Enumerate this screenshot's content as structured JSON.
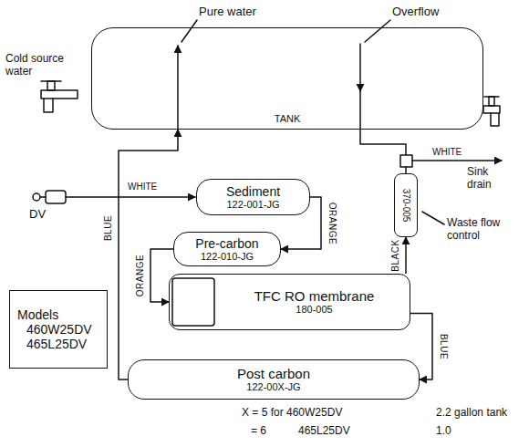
{
  "diagram": {
    "nodes": [
      {
        "text": [
          "TANK"
        ]
      },
      {
        "text": [
          "Sediment",
          "122-001-JG"
        ]
      },
      {
        "text": [
          "Pre-carbon",
          "122-010-JG"
        ]
      },
      {
        "text": [
          "370-005"
        ]
      },
      {
        "text": [
          "TFC RO membrane",
          "180-005"
        ]
      },
      {
        "text": [
          "Post carbon",
          "122-00X-JG"
        ]
      },
      {
        "text": [
          "Models",
          "460W25DV 465L25DV"
        ]
      }
    ],
    "edges": [
      {
        "from": 1,
        "to": 2,
        "arrow": "to",
        "label": "ORANGE"
      },
      {
        "from": 2,
        "to": 4,
        "arrow": "to",
        "label": "ORANGE"
      },
      {
        "from": 4,
        "to": 3,
        "arrow": "to",
        "label": "BLACK"
      },
      {
        "from": 4,
        "to": 5,
        "arrow": "to",
        "label": "BLUE"
      },
      {
        "from": 5,
        "to": 0,
        "arrow": "to",
        "label": "BLUE"
      }
    ],
    "labels": [
      "Pure water",
      "Overflow",
      "Cold source water",
      "DV",
      "WHITE",
      "WHITE",
      "Sink drain",
      "Waste flow control",
      "X = 5 for 460W25DV",
      "2.2 gallon tank",
      "= 6",
      "465L25DV",
      "1.0"
    ]
  }
}
